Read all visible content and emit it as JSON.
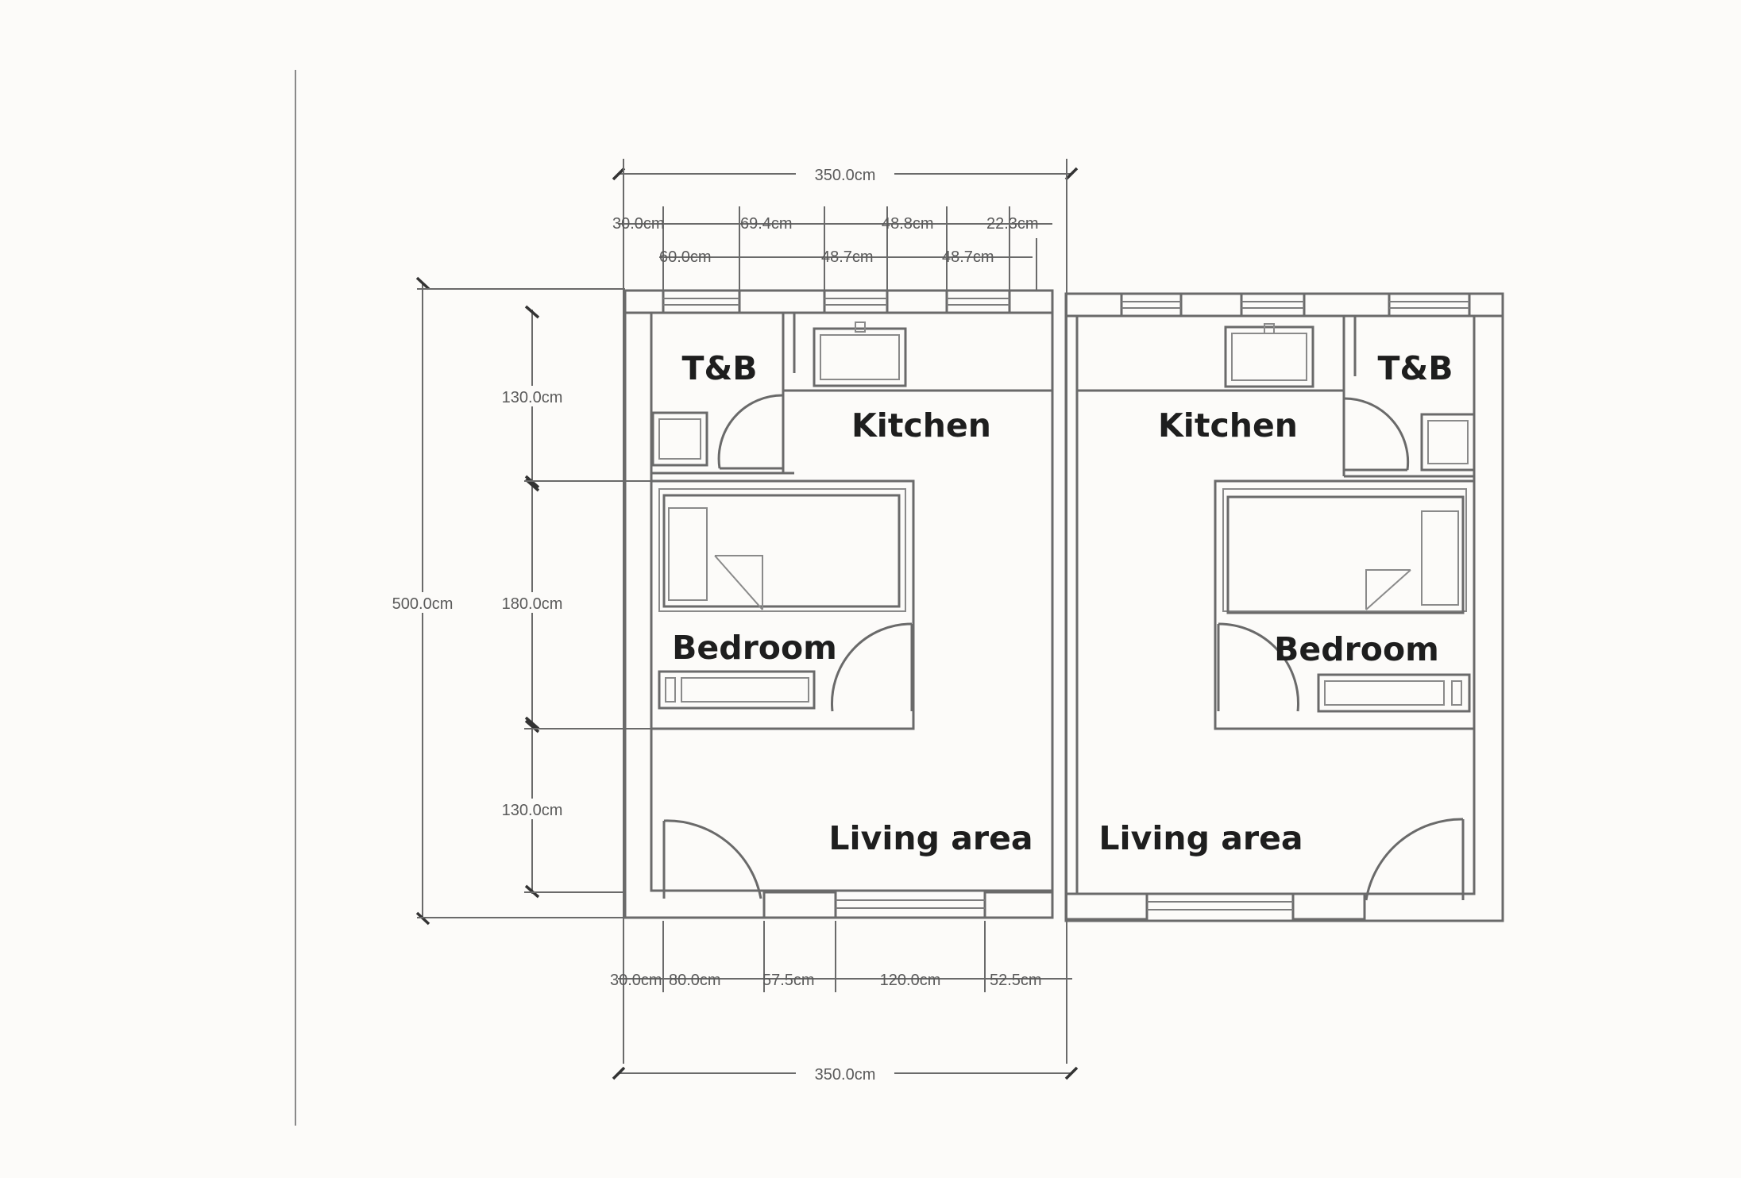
{
  "rooms": {
    "left_tb": "T&B",
    "left_kitchen": "Kitchen",
    "left_bedroom": "Bedroom",
    "left_living": "Living area",
    "right_tb": "T&B",
    "right_kitchen": "Kitchen",
    "right_bedroom": "Bedroom",
    "right_living": "Living area"
  },
  "dimensions": {
    "top_overall": "350.0cm",
    "bottom_overall": "350.0cm",
    "left_overall": "500.0cm",
    "left_segments": [
      "130.0cm",
      "180.0cm",
      "130.0cm"
    ],
    "top_row1": [
      "30.0cm",
      "69.4cm",
      "48.8cm",
      "22.3cm"
    ],
    "top_row2": [
      "60.0cm",
      "48.7cm",
      "48.7cm"
    ],
    "bottom_row": [
      "30.0cm",
      "80.0cm",
      "57.5cm",
      "120.0cm",
      "52.5cm"
    ]
  }
}
